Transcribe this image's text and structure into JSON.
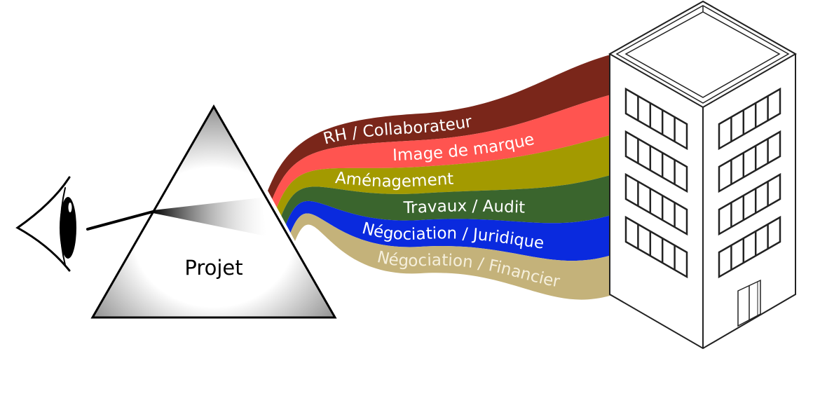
{
  "prism": {
    "label": "Projet"
  },
  "bands": [
    {
      "label": "RH / Collaborateur",
      "color": "#7a261a",
      "text_color": "#ffffff"
    },
    {
      "label": "Image de marque",
      "color": "#ff5450",
      "text_color": "#ffffff"
    },
    {
      "label": "Aménagement",
      "color": "#a39a00",
      "text_color": "#ffffff"
    },
    {
      "label": "Travaux / Audit",
      "color": "#3a652d",
      "text_color": "#ffffff"
    },
    {
      "label": "Négociation / Juridique",
      "color": "#0a2ade",
      "text_color": "#ffffff"
    },
    {
      "label": "Négociation / Financier",
      "color": "#c4b27a",
      "text_color": "#f5efdc"
    }
  ],
  "icons": {
    "eye": "eye-icon",
    "prism": "prism-triangle",
    "building": "office-building-icon"
  }
}
